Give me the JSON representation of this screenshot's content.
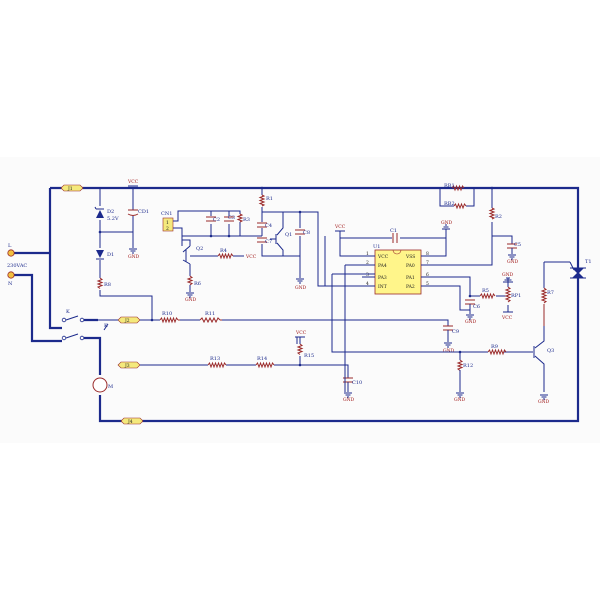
{
  "colors": {
    "wire": "#1c2a8c",
    "part": "#9a2a2a",
    "power": "#a01818",
    "ic_fill": "#fff58a",
    "port_fill": "#f4e97c"
  },
  "ports": {
    "j1": "J1",
    "j2": "J2",
    "j3": "J3",
    "j4": "J4"
  },
  "mains": {
    "l": "L",
    "n": "N",
    "voltage": "230VAC"
  },
  "power": {
    "vcc": "VCC",
    "gnd": "GND"
  },
  "diodes": {
    "d1": "D1",
    "zener": "D2",
    "zener_value": "5.2V"
  },
  "caps": {
    "cd1": "CD1",
    "c1": "C1",
    "c2": "C2",
    "c3": "C3",
    "c4": "C4",
    "c5": "C5",
    "c6": "C6",
    "c7": "C7",
    "c8": "C8",
    "c9": "C9",
    "c10": "C10"
  },
  "resistors": {
    "r1": "R1",
    "r2": "R2",
    "r3": "R3",
    "r4": "R4",
    "r5": "R5",
    "r6": "R6",
    "r7": "R7",
    "r8": "R8",
    "r9": "R9",
    "r10": "R10",
    "r11": "R11",
    "r12": "R12",
    "r13": "R13",
    "r14": "R14",
    "r15": "R15",
    "rp1": "RP1",
    "rb1": "RB1",
    "rb2": "RB2"
  },
  "transistors": {
    "q1": "Q1",
    "q2": "Q2",
    "q3": "Q3",
    "t1": "T1"
  },
  "connector": {
    "cn1": "CN1",
    "pin1": "1",
    "pin2": "2"
  },
  "relay": {
    "k": "K"
  },
  "motor": {
    "m": "M"
  },
  "ic": {
    "ref": "U1",
    "left_pins": [
      {
        "num": "1",
        "name": "VCC"
      },
      {
        "num": "2",
        "name": "PA4"
      },
      {
        "num": "3",
        "name": "PA3"
      },
      {
        "num": "4",
        "name": "INT"
      }
    ],
    "right_pins": [
      {
        "num": "8",
        "name": "VSS"
      },
      {
        "num": "7",
        "name": "PA0"
      },
      {
        "num": "6",
        "name": "PA1"
      },
      {
        "num": "5",
        "name": "PA2"
      }
    ]
  }
}
